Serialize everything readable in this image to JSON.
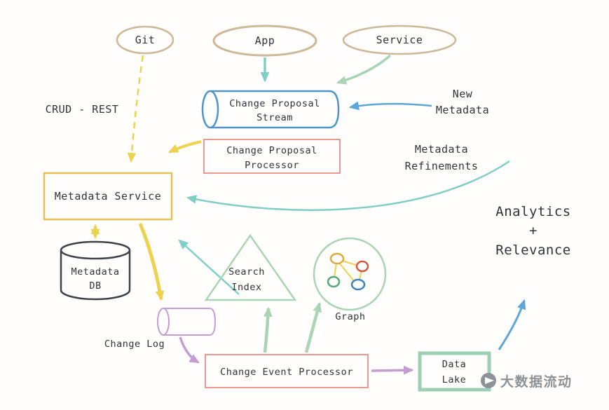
{
  "colors": {
    "tan": "#cdb897",
    "stream_blue": "#4e95c9",
    "salmon": "#e9998f",
    "gold": "#e3bf55",
    "yellow": "#ecd34f",
    "dark": "#3d4347",
    "mint": "#a9d4b6",
    "teal": "#7fcfc5",
    "purple": "#c49ed1",
    "sky": "#5fa6d8",
    "lake_green": "#9ccfb4",
    "gray": "#8d9296",
    "node_orange": "#e2a83d",
    "node_red": "#d4583a",
    "node_blue": "#3a7fc4",
    "node_green": "#55a878"
  },
  "nodes": {
    "git": {
      "label": "Git"
    },
    "app": {
      "label": "App"
    },
    "service": {
      "label": "Service"
    },
    "change_proposal_stream": {
      "line1": "Change Proposal",
      "line2": "Stream"
    },
    "change_proposal_processor": {
      "line1": "Change  Proposal",
      "line2": "Processor"
    },
    "metadata_service": {
      "label": "Metadata Service"
    },
    "metadata_db": {
      "line1": "Metadata",
      "line2": "DB"
    },
    "search_index": {
      "line1": "Search",
      "line2": "Index"
    },
    "graph": {
      "label": "Graph"
    },
    "change_log": {
      "label": "Change Log"
    },
    "change_event_processor": {
      "label": "Change Event Processor"
    },
    "data_lake": {
      "line1": "Data",
      "line2": "Lake"
    }
  },
  "annotations": {
    "crud_rest": "CRUD - REST",
    "new_metadata": {
      "line1": "New",
      "line2": "Metadata"
    },
    "metadata_refinements": {
      "line1": "Metadata",
      "line2": "Refinements"
    },
    "analytics": {
      "line1": "Analytics",
      "line2": "+",
      "line3": "Relevance"
    }
  },
  "watermark": {
    "text": "大数据流动"
  }
}
